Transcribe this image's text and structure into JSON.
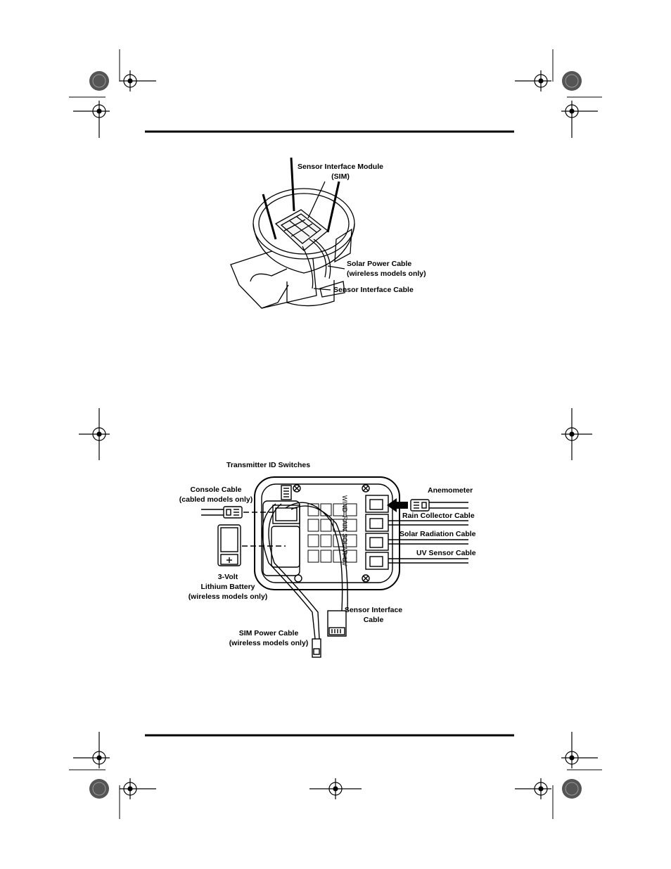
{
  "diagram_top": {
    "sim_label_line1": "Sensor Interface Module",
    "sim_label_line2": "(SIM)",
    "solar_cable_line1": "Solar Power Cable",
    "solar_cable_line2": "(wireless models only)",
    "sensor_cable": "Sensor Interface Cable"
  },
  "diagram_bottom": {
    "transmitter_id": "Transmitter ID Switches",
    "console_cable_line1": "Console Cable",
    "console_cable_line2": "(cabled models only)",
    "anemometer": "Anemometer",
    "rain_collector": "Rain Collector Cable",
    "solar_radiation": "Solar Radiation Cable",
    "uv_sensor": "UV Sensor Cable",
    "battery_line1": "3-Volt",
    "battery_line2": "Lithium Battery",
    "battery_line3": "(wireless models only)",
    "sensor_interface_line1": "Sensor Interface",
    "sensor_interface_line2": "Cable",
    "sim_power_line1": "SIM Power Cable",
    "sim_power_line2": "(wireless models only)",
    "port_wind": "WIND",
    "port_rain": "RAIN",
    "port_solar": "SOLAR",
    "port_uv": "UV"
  }
}
